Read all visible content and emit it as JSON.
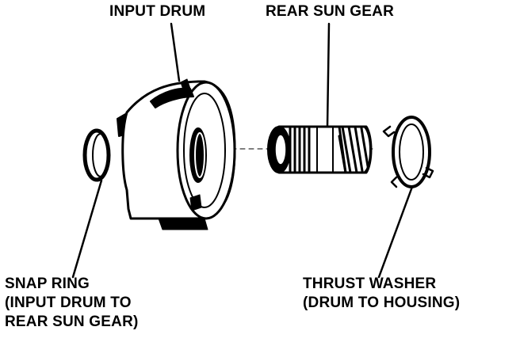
{
  "labels": {
    "input_drum": "INPUT DRUM",
    "rear_sun_gear": "REAR SUN GEAR",
    "snap_ring": [
      "SNAP RING",
      "(INPUT DRUM TO",
      "REAR SUN GEAR)"
    ],
    "thrust_washer": [
      "THRUST WASHER",
      "(DRUM TO HOUSING)"
    ]
  },
  "colors": {
    "ink": "#000000",
    "paper": "#ffffff"
  }
}
